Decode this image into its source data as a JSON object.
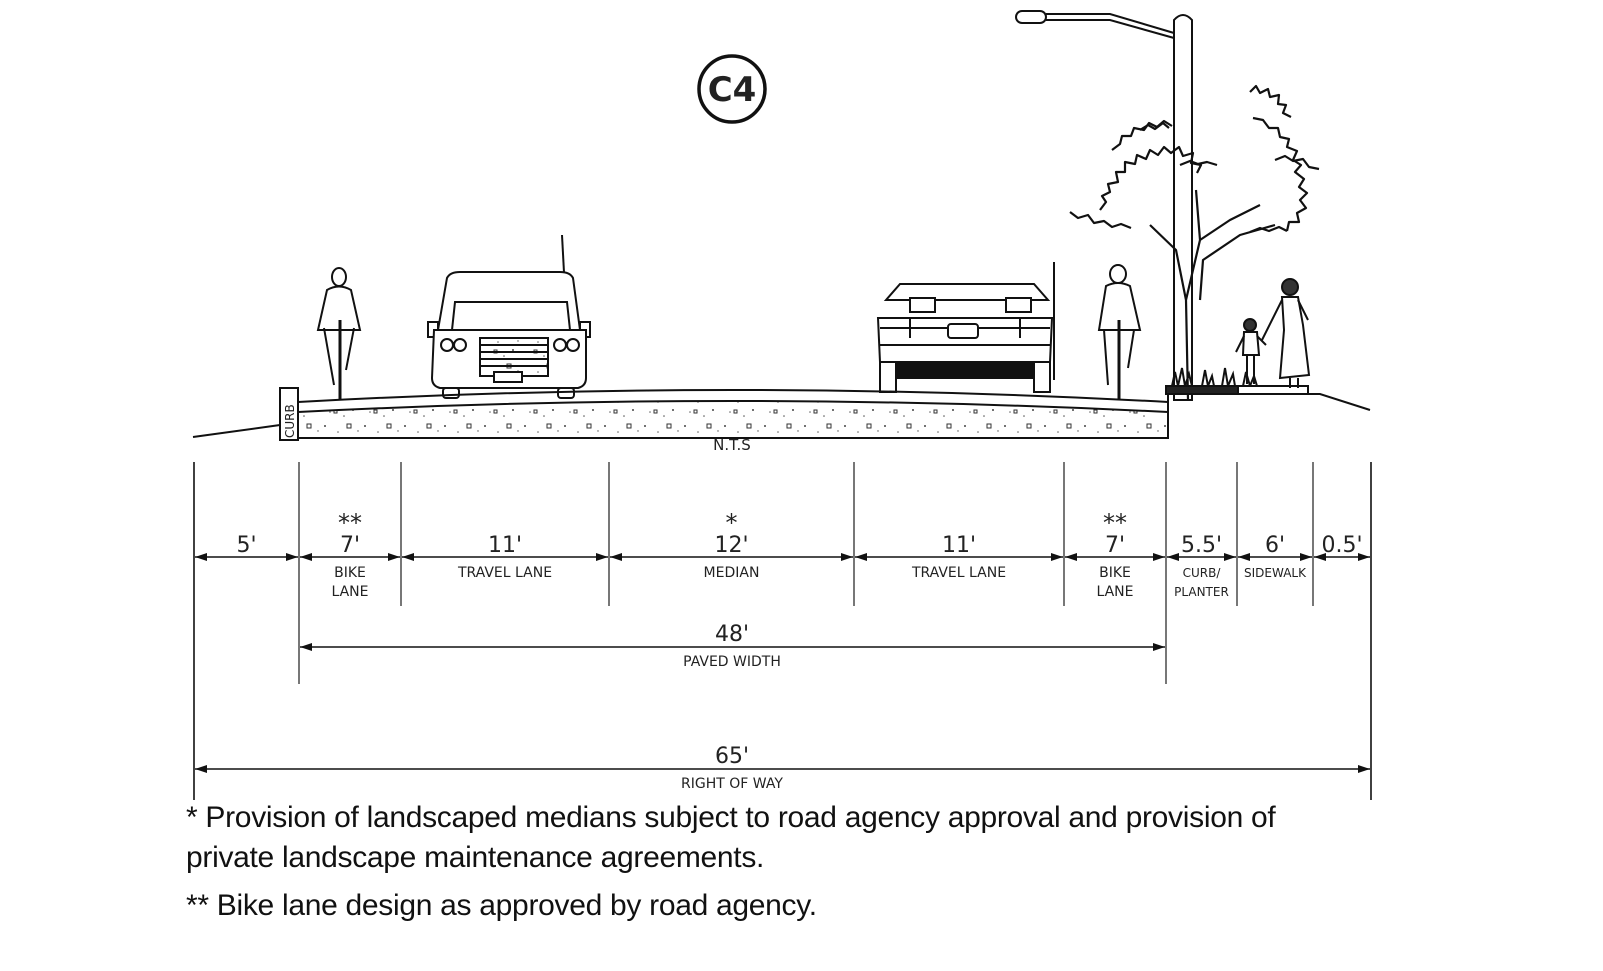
{
  "drawing": {
    "badge": "C4",
    "scale_note": "N.T.S",
    "curb_label": "CURB",
    "segments": [
      {
        "width_ft": 5,
        "dim": "5'",
        "asterisks": "",
        "label_lines": []
      },
      {
        "width_ft": 7,
        "dim": "7'",
        "asterisks": "**",
        "label_lines": [
          "BIKE",
          "LANE"
        ]
      },
      {
        "width_ft": 11,
        "dim": "11'",
        "asterisks": "",
        "label_lines": [
          "TRAVEL  LANE"
        ]
      },
      {
        "width_ft": 12,
        "dim": "12'",
        "asterisks": "*",
        "label_lines": [
          "MEDIAN"
        ]
      },
      {
        "width_ft": 11,
        "dim": "11'",
        "asterisks": "",
        "label_lines": [
          "TRAVEL  LANE"
        ]
      },
      {
        "width_ft": 7,
        "dim": "7'",
        "asterisks": "**",
        "label_lines": [
          "BIKE",
          "LANE"
        ]
      },
      {
        "width_ft": 5.5,
        "dim": "5.5'",
        "asterisks": "",
        "label_lines": [
          "CURB/",
          "PLANTER"
        ]
      },
      {
        "width_ft": 6,
        "dim": "6'",
        "asterisks": "",
        "label_lines": [
          "SIDEWALK"
        ]
      },
      {
        "width_ft": 0.5,
        "dim": "0.5'",
        "asterisks": "",
        "label_lines": []
      }
    ],
    "paved_width": {
      "dim": "48'",
      "label": "PAVED  WIDTH"
    },
    "right_of_way": {
      "dim": "65'",
      "label": "RIGHT  OF  WAY"
    }
  },
  "notes": {
    "note1_line1": "* Provision of landscaped medians subject to road agency approval and provision of",
    "note1_line2": "private landscape maintenance agreements.",
    "note2": "** Bike lane design as approved by road agency."
  },
  "colors": {
    "ink": "#1a1a1a",
    "background": "#ffffff",
    "guide": "#555555"
  }
}
